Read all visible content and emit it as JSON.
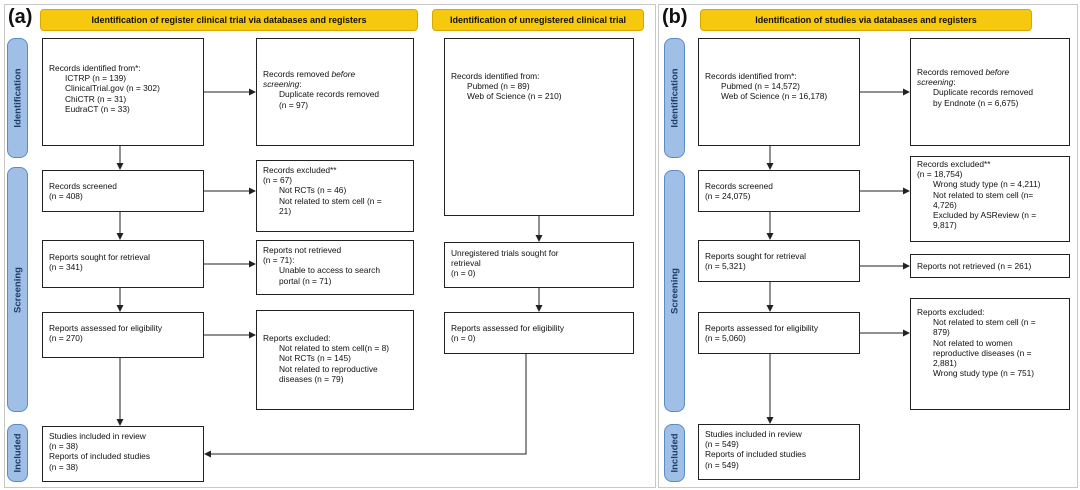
{
  "panel_a": {
    "label": "(a)",
    "header_registered": "Identification of register clinical trial via databases and registers",
    "header_unregistered": "Identification of unregistered clinical trial",
    "stages": {
      "identification": "Identification",
      "screening": "Screening",
      "included": "Included"
    },
    "identified": {
      "title": "Records identified from*:",
      "items": [
        "ICTRP (n = 139)",
        "ClinicalTrial.gov (n = 302)",
        "ChiCTR (n = 31)",
        "EudraCT (n = 33)"
      ]
    },
    "removed": {
      "title_a": "Records removed ",
      "title_em": "before",
      "title_b": "screening",
      "title_c": ":",
      "item": "Duplicate records removed",
      "count": "(n = 97)"
    },
    "screened": {
      "title": "Records screened",
      "count": "(n = 408)"
    },
    "excluded": {
      "title": "Records excluded**",
      "count": "(n = 67)",
      "items": [
        "Not RCTs (n = 46)",
        "Not related to stem cell (n =",
        "21)"
      ]
    },
    "sought": {
      "title": "Reports sought for retrieval",
      "count": "(n = 341)"
    },
    "not_retrieved": {
      "title": "Reports not retrieved",
      "count": "(n = 71):",
      "items": [
        "Unable to access to search",
        "portal (n = 71)"
      ]
    },
    "assessed": {
      "title": "Reports assessed for eligibility",
      "count": "(n = 270)"
    },
    "reports_excluded": {
      "title": "Reports excluded:",
      "items": [
        "Not related to stem cell(n = 8)",
        "Not RCTs (n = 145)",
        "Not related to reproductive",
        "diseases (n = 79)"
      ]
    },
    "included": {
      "line1": "Studies included in review",
      "count1": "(n = 38)",
      "line2": "Reports of included studies",
      "count2": "(n = 38)"
    },
    "unreg_identified": {
      "title": "Records identified from:",
      "items": [
        "Pubmed (n = 89)",
        "Web of Science (n = 210)"
      ]
    },
    "unreg_sought": {
      "line1": "Unregistered trials sought for",
      "line2": "retrieval",
      "count": "(n = 0)"
    },
    "unreg_assessed": {
      "title": "Reports assessed for eligibility",
      "count": "(n = 0)"
    }
  },
  "panel_b": {
    "label": "(b)",
    "header": "Identification of studies via databases and registers",
    "stages": {
      "identification": "Identification",
      "screening": "Screening",
      "included": "Included"
    },
    "identified": {
      "title": "Records identified from*:",
      "items": [
        "Pubmed (n = 14,572)",
        "Web of Science (n = 16,178)"
      ]
    },
    "removed": {
      "title_a": "Records removed ",
      "title_em": "before",
      "title_b": "screening",
      "title_c": ":",
      "items": [
        "Duplicate records removed",
        "by Endnote (n = 6,675)"
      ]
    },
    "screened": {
      "title": "Records screened",
      "count": "(n = 24,075)"
    },
    "excluded": {
      "title": "Records excluded**",
      "count": "(n = 18,754)",
      "items": [
        "Wrong study type (n = 4,211)",
        "Not related to stem cell (n=",
        "4,726)",
        "Excluded by ASReview (n =",
        "9,817)"
      ]
    },
    "sought": {
      "title": "Reports sought for retrieval",
      "count": "(n = 5,321)"
    },
    "not_retrieved": {
      "title": "Reports not retrieved (n = 261)"
    },
    "assessed": {
      "title": "Reports assessed for eligibility",
      "count": "(n = 5,060)"
    },
    "reports_excluded": {
      "title": "Reports excluded:",
      "items": [
        "Not related to stem cell (n =",
        "879)",
        "Not related to women",
        "reproductive diseases (n =",
        "2,881)",
        "Wrong study type (n = 751)"
      ]
    },
    "included": {
      "line1": "Studies included in review",
      "count1": "(n = 549)",
      "line2": "Reports of included studies",
      "count2": "(n = 549)"
    }
  },
  "colors": {
    "header_fill": "#f6c90e",
    "stage_fill": "#9fbfe6",
    "stage_border": "#5b8bc7"
  }
}
